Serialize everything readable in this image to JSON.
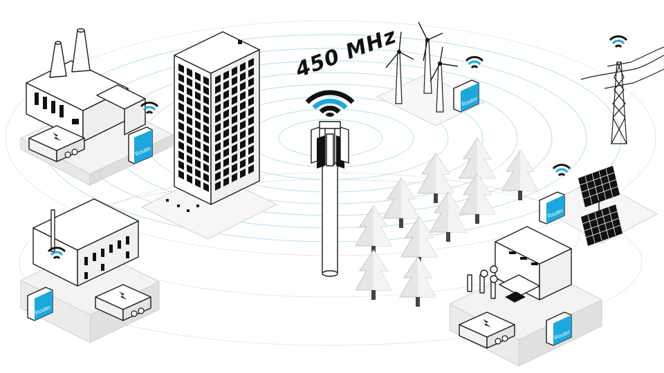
{
  "tower": {
    "frequency_label": "450 MHz"
  },
  "routers": [
    {
      "label": "Router"
    },
    {
      "label": "Router"
    },
    {
      "label": "Router"
    },
    {
      "label": "Router"
    },
    {
      "label": "Router"
    }
  ],
  "colors": {
    "accent": "#1ea7dc",
    "signal_lines": "#9fd8ea",
    "outline": "#1a1a1a",
    "ground": "#f3f3f3",
    "foliage": "#e4e4e4"
  }
}
